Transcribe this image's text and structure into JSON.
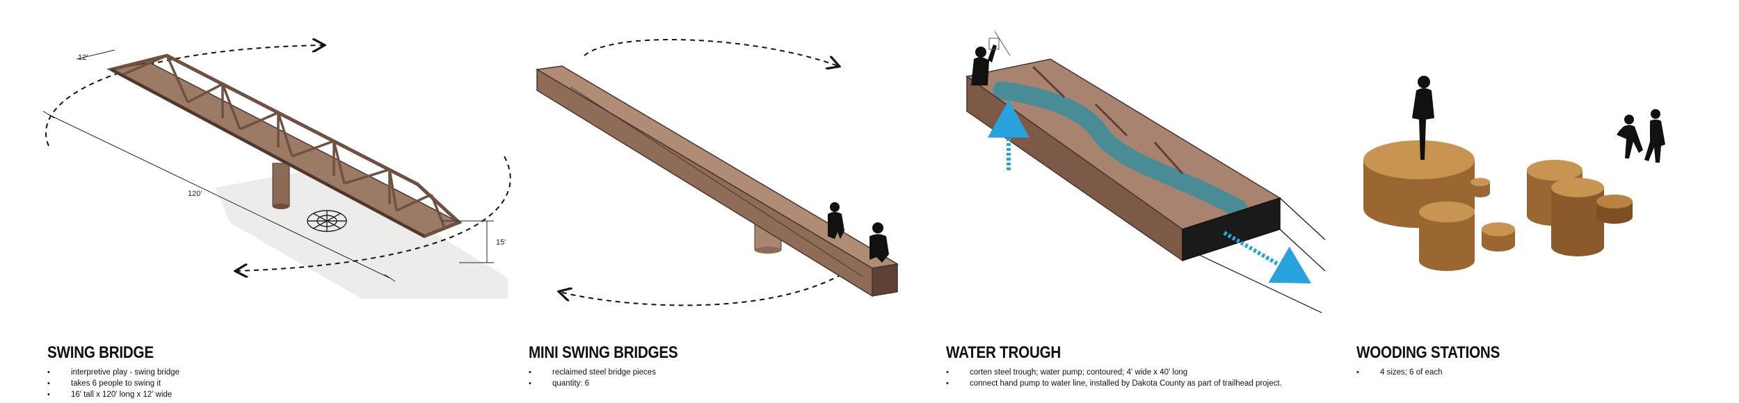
{
  "colors": {
    "steel_brown": "#8b6a56",
    "steel_dark": "#4a342a",
    "wood_light": "#c89452",
    "wood_dark": "#7d4f22",
    "water_blue": "#29a3dd",
    "silhouette": "#111111"
  },
  "panels": [
    {
      "title": "SWING BRIDGE",
      "bullets": [
        "interpretive play - swing bridge",
        "takes 6 people to swing it",
        "16' tall x 120' long x 12' wide"
      ],
      "dimensions": {
        "width": "12'",
        "length": "120'",
        "height": "15'"
      }
    },
    {
      "title": "MINI SWING BRIDGES",
      "bullets": [
        "reclaimed steel bridge pieces",
        "quantity: 6"
      ]
    },
    {
      "title": "WATER TROUGH",
      "bullets": [
        "corten steel trough; water pump; contoured; 4' wide x 40' long",
        "connect hand pump to water line, installed by Dakota County as part of trailhead project."
      ]
    },
    {
      "title": "WOODING STATIONS",
      "bullets": [
        "4 sizes; 6 of each"
      ]
    }
  ]
}
